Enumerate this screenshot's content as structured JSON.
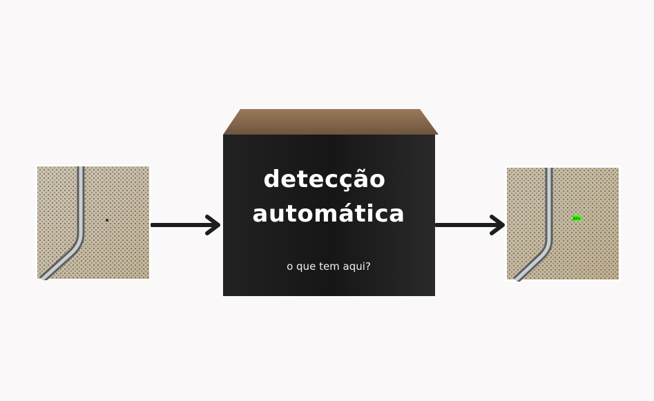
{
  "box": {
    "title_line1": "detecção",
    "title_line2": "automática",
    "subtitle": "o que tem aqui?"
  },
  "output": {
    "detection_label": "85%",
    "detection_color": "#39ff14"
  },
  "colors": {
    "background": "#faf8f8",
    "box_front": "#1a1919",
    "box_top": "#8a6a4e",
    "arrow": "#1e1e1e"
  }
}
